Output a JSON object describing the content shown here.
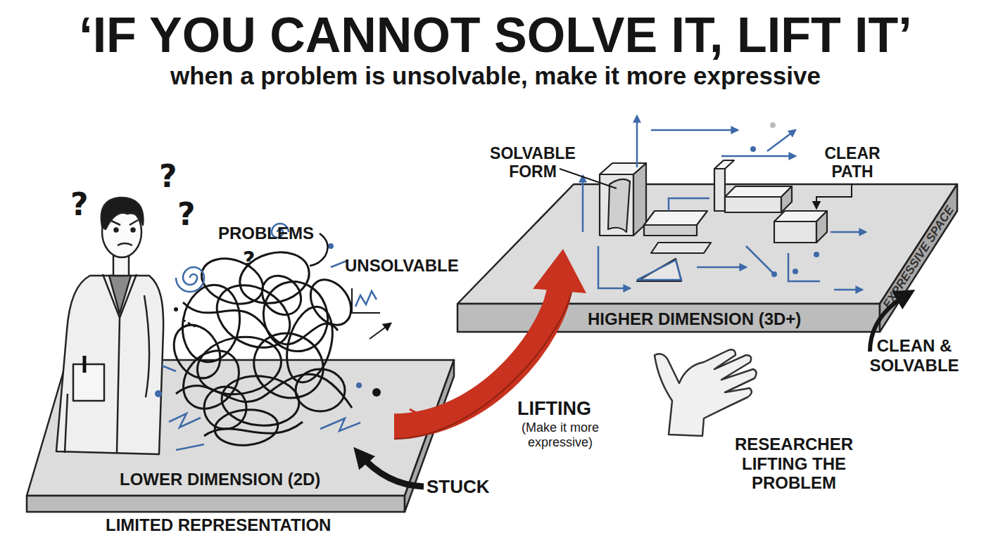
{
  "diagram": {
    "title": "‘IF YOU CANNOT SOLVE IT, LIFT IT’",
    "nodes": [
      {
        "text": [
          "LOWER DIMENSION (2D)",
          "LIMITED REPRESENTATION"
        ]
      },
      {
        "text": [
          "HIGHER DIMENSION (3D+)",
          "EXPRESSIVE SPACE"
        ]
      }
    ],
    "edges": [
      {
        "from": 0,
        "to": 1,
        "arrow": "to",
        "label": "LIFTING"
      }
    ],
    "labels": [
      "when a problem is unsolvable, make it more expressive",
      "?",
      "?",
      "?",
      "PROBLEMS",
      "?",
      "UNSOLVABLE",
      "STUCK",
      "(Make it more expressive)",
      "SOLVABLE FORM",
      "CLEAR PATH",
      "CLEAN & SOLVABLE",
      "RESEARCHER LIFTING THE PROBLEM"
    ]
  }
}
